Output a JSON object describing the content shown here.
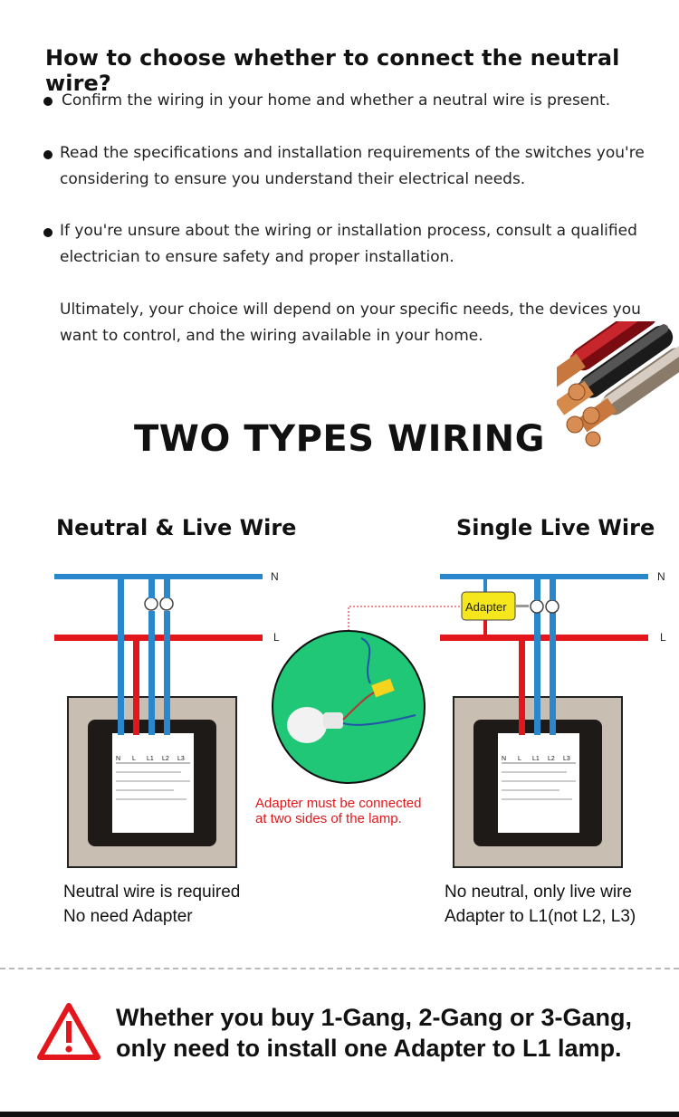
{
  "intro": {
    "question": "How to choose whether to connect the neutral wire?",
    "bullets": [
      "Confirm the wiring in your home and whether a neutral wire is present.",
      "Read the specifications and installation requirements of the switches you're considering to ensure you understand their electrical needs.",
      "If you're unsure about the wiring or installation process, consult a qualified electrician to ensure safety and proper installation."
    ],
    "conclusion": "Ultimately, your choice will depend on your specific needs, the devices you want to control, and the wiring available in your home."
  },
  "section_title": "TWO TYPES WIRING",
  "left_diagram": {
    "title": "Neutral & Live Wire",
    "n_label": "N",
    "l_label": "L",
    "caption_line1": "Neutral wire is required",
    "caption_line2": "No need Adapter"
  },
  "right_diagram": {
    "title": "Single Live Wire",
    "n_label": "N",
    "l_label": "L",
    "adapter_label": "Adapter",
    "caption_line1": "No neutral, only live wire",
    "caption_line2": "Adapter to L1(not L2, L3)"
  },
  "center_note": {
    "line1": "Adapter must be connected",
    "line2": "at two sides of the lamp."
  },
  "warning": {
    "line1": "Whether you buy 1-Gang, 2-Gang or 3-Gang,",
    "line2": "only need to install one Adapter to L1 lamp."
  },
  "colors": {
    "neutral_wire": "#2a87cc",
    "live_wire": "#e3171b",
    "panel": "#c9beb2",
    "warning": "#e3171b",
    "green_circle": "#1fc776"
  }
}
